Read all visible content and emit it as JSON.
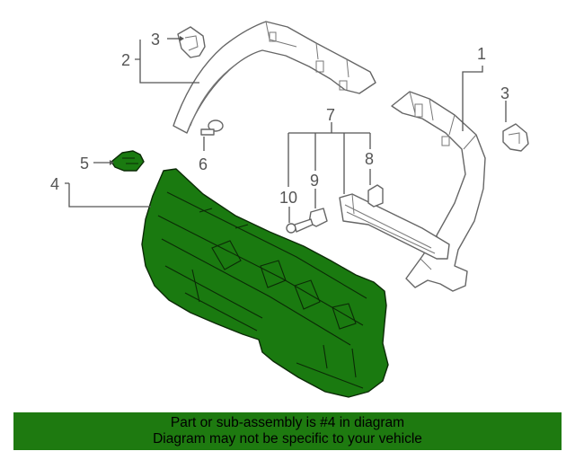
{
  "callouts": {
    "c1": "1",
    "c2": "2",
    "c3a": "3",
    "c3b": "3",
    "c4": "4",
    "c5": "5",
    "c6": "6",
    "c7": "7",
    "c8": "8",
    "c9": "9",
    "c10": "10"
  },
  "banner": {
    "line1": "Part or sub-assembly is #4 in diagram",
    "line2": "Diagram may not be specific to your vehicle"
  },
  "colors": {
    "highlight": "#1a7a10",
    "banner_bg": "#1e7a10",
    "line": "#555555"
  }
}
